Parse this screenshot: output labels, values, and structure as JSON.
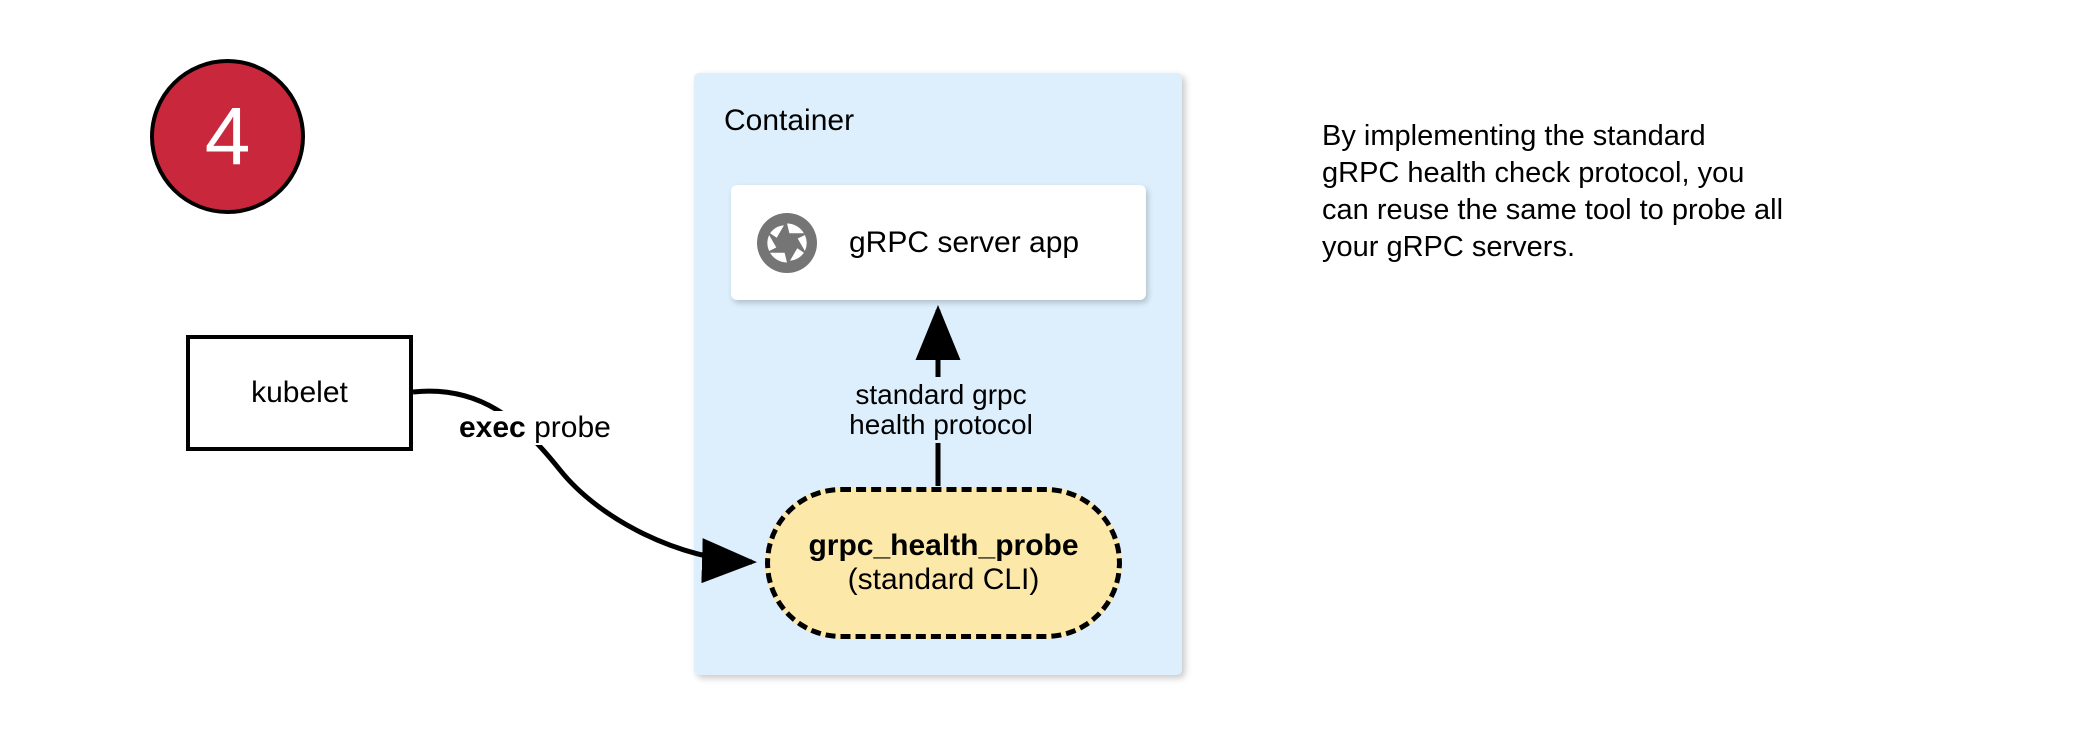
{
  "step": {
    "number": "4",
    "badge_color": "#c9283c",
    "badge_text_color": "#ffffff"
  },
  "container": {
    "title": "Container",
    "fill_color": "#ddeffc"
  },
  "server_app": {
    "label": "gRPC server app",
    "icon": "aperture-icon",
    "icon_color": "#757575",
    "fill_color": "#ffffff"
  },
  "kubelet": {
    "label": "kubelet",
    "fill_color": "#ffffff",
    "border_color": "#000000"
  },
  "health_probe": {
    "title": "grpc_health_probe",
    "subtitle": "(standard CLI)",
    "fill_color": "#fce8a8",
    "border_style": "dashed"
  },
  "edges": {
    "exec_probe": {
      "label_bold": "exec",
      "label_rest": " probe",
      "from": "kubelet",
      "to": "health_probe"
    },
    "health_protocol": {
      "label": "standard grpc\nhealth protocol",
      "from": "health_probe",
      "to": "server_app"
    }
  },
  "description": {
    "text": "By implementing the standard\ngRPC health check protocol, you\ncan reuse the same tool to probe all\nyour gRPC servers."
  }
}
